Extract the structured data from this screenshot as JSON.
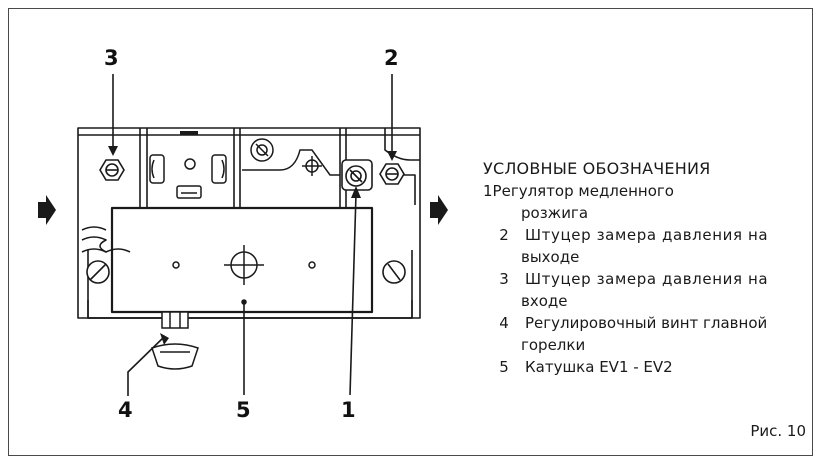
{
  "callouts": {
    "c1": "1",
    "c2": "2",
    "c3": "3",
    "c4": "4",
    "c5": "5"
  },
  "legend": {
    "title": "УСЛОВНЫЕ ОБОЗНАЧЕНИЯ",
    "items": [
      {
        "num": "1",
        "line1": "Регулятор медленного",
        "line2": "розжига"
      },
      {
        "num": "2",
        "line1": "Штуцер замера давления на",
        "line2": "выходе"
      },
      {
        "num": "3",
        "line1": "Штуцер замера давления на",
        "line2": "входе"
      },
      {
        "num": "4",
        "line1": "Регулировочный винт главной",
        "line2": "горелки"
      },
      {
        "num": "5",
        "line1": "Катушка EV1 - EV2",
        "line2": ""
      }
    ]
  },
  "figure_label": "Рис. 10",
  "colors": {
    "ink": "#1a1a1a",
    "frame": "#4a4a4a",
    "body_shade": "#f4f4f4"
  }
}
